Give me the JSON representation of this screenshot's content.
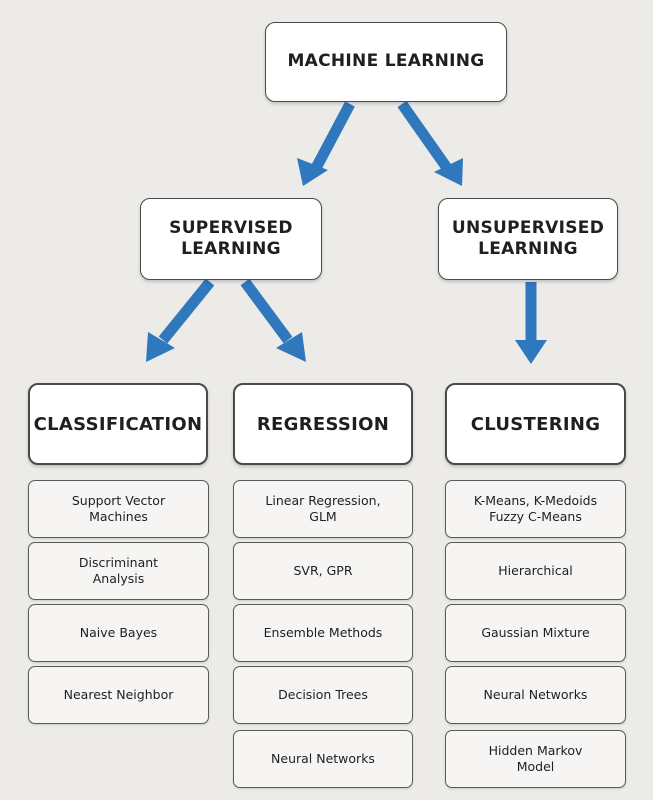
{
  "root": {
    "label": "MACHINE LEARNING"
  },
  "branches": [
    {
      "label_line1": "SUPERVISED",
      "label_line2": "LEARNING"
    },
    {
      "label_line1": "UNSUPERVISED",
      "label_line2": "LEARNING"
    }
  ],
  "categories": [
    {
      "label": "CLASSIFICATION",
      "items": [
        "Support Vector Machines",
        "Discriminant Analysis",
        "Naive Bayes",
        "Nearest Neighbor"
      ]
    },
    {
      "label": "REGRESSION",
      "items": [
        "Linear Regression, GLM",
        "SVR, GPR",
        "Ensemble Methods",
        "Decision Trees",
        "Neural Networks"
      ]
    },
    {
      "label": "CLUSTERING",
      "items": [
        "K-Means, K-Medoids Fuzzy C-Means",
        "Hierarchical",
        "Gaussian Mixture",
        "Neural Networks",
        "Hidden Markov Model"
      ]
    }
  ],
  "colors": {
    "arrow": "#2f78bd",
    "background": "#ecebe8"
  }
}
